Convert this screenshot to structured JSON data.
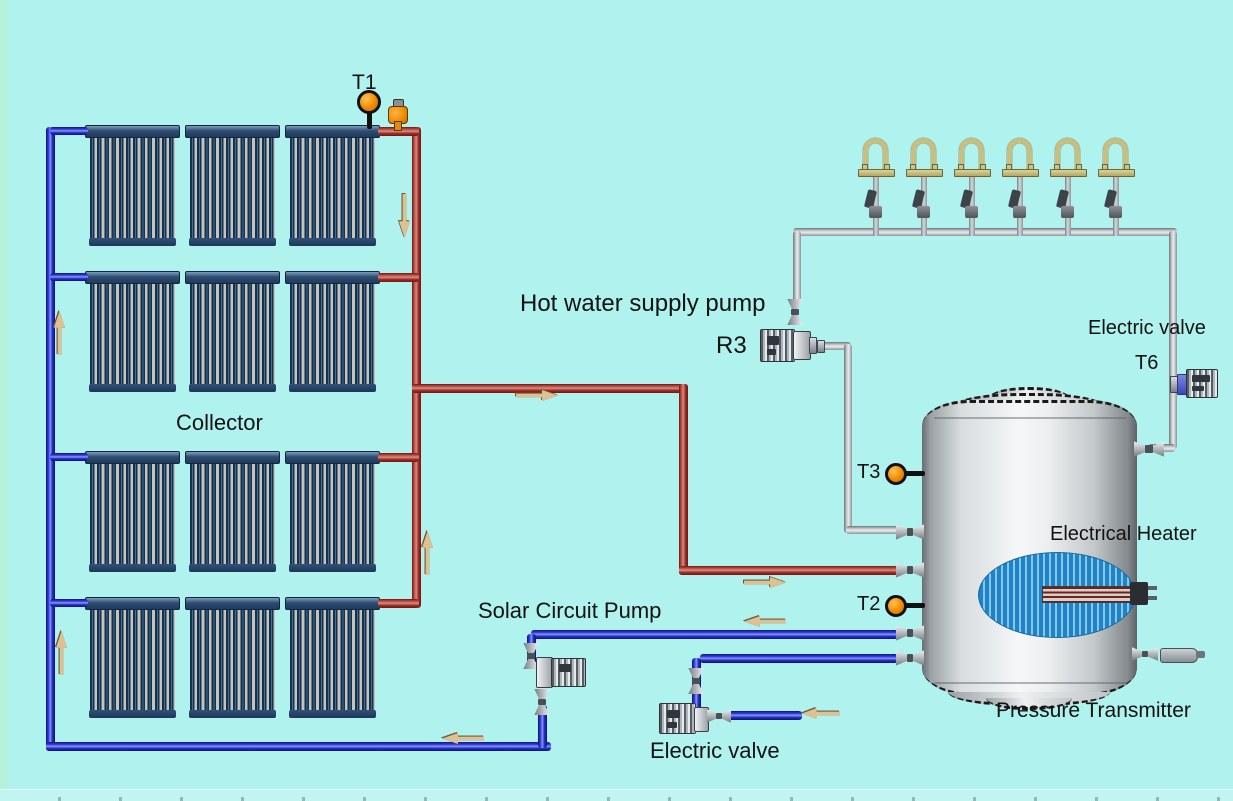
{
  "colors": {
    "background": "#b0f2ee",
    "hot_pipe": "#b03a30",
    "cold_pipe": "#2a35d8",
    "supply_pipe": "#b8bdc1",
    "sensor_orange": "#f28a00",
    "heater_water_blue": "#1f83c6",
    "flow_arrow_tan": "#ddc093"
  },
  "collector": {
    "label": "Collector",
    "rows": 4,
    "panels_per_row": 3
  },
  "sensors": {
    "t1": "T1",
    "t2": "T2",
    "t3": "T3",
    "t6": "T6"
  },
  "pumps": {
    "hot_water_supply_pump": "Hot water supply pump",
    "r3": "R3",
    "solar_circuit_pump": "Solar Circuit Pump"
  },
  "valves": {
    "electric_valve_top": "Electric valve",
    "electric_valve_bottom": "Electric valve"
  },
  "tank": {
    "electrical_heater": "Electrical Heater",
    "pressure_transmitter": "Pressure Transmitter"
  },
  "faucets": {
    "count": 6
  },
  "flow_arrows": [
    {
      "on": "hot-main-upper",
      "direction": "down"
    },
    {
      "on": "hot-main-lower",
      "direction": "up"
    },
    {
      "on": "cold-main-upper",
      "direction": "up"
    },
    {
      "on": "cold-main-lower",
      "direction": "up"
    },
    {
      "on": "hot-supply-top",
      "direction": "right"
    },
    {
      "on": "hot-supply-to-tank",
      "direction": "right"
    },
    {
      "on": "cold-return-from-tank",
      "direction": "left"
    },
    {
      "on": "cold-bottom-main",
      "direction": "left"
    },
    {
      "on": "cold-water-inlet",
      "direction": "left"
    }
  ]
}
